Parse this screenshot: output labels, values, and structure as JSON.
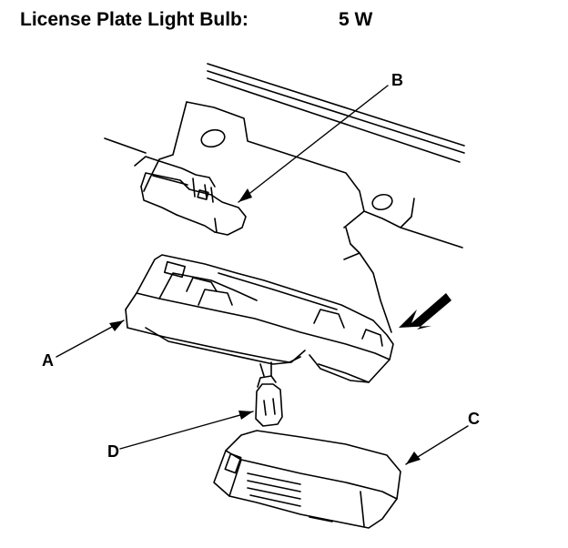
{
  "spec": {
    "label": "License Plate Light Bulb:",
    "value": "5 W"
  },
  "callouts": {
    "a": "A",
    "b": "B",
    "c": "C",
    "d": "D"
  },
  "colors": {
    "ink": "#000000",
    "paper": "#ffffff"
  }
}
